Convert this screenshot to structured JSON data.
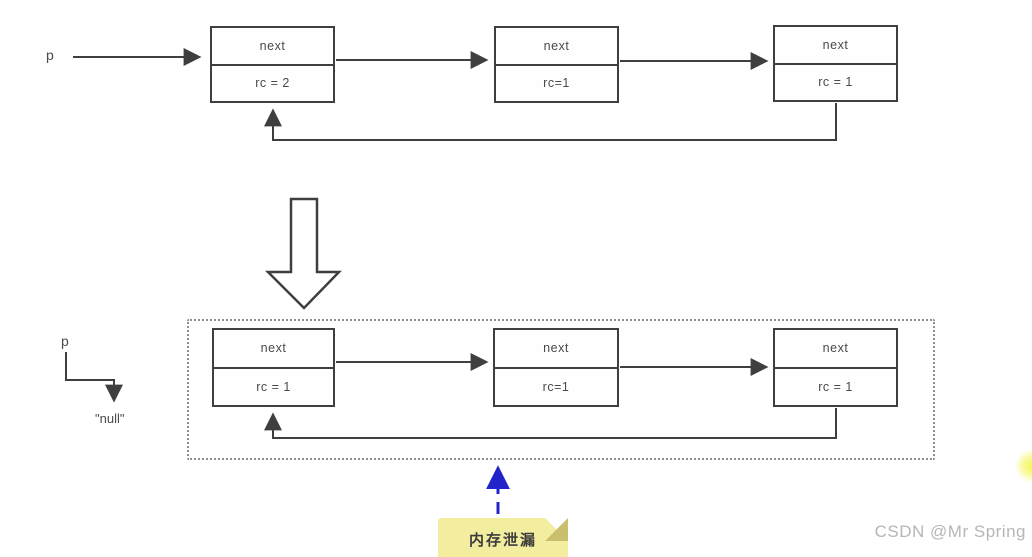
{
  "top_list": {
    "pointer_label": "p",
    "nodes": [
      {
        "field": "next",
        "rc": "rc = 2"
      },
      {
        "field": "next",
        "rc": "rc=1"
      },
      {
        "field": "next",
        "rc": "rc = 1"
      }
    ]
  },
  "transform_arrow": {
    "direction": "down"
  },
  "bottom_list": {
    "pointer_label": "p",
    "null_label": "\"null\"",
    "nodes": [
      {
        "field": "next",
        "rc": "rc = 1"
      },
      {
        "field": "next",
        "rc": "rc=1"
      },
      {
        "field": "next",
        "rc": "rc = 1"
      }
    ]
  },
  "annotation": {
    "label": "内存泄漏",
    "note_bg": "#f3eda0",
    "note_fold": "#c9bf6d",
    "arrow_color": "#2323cc"
  },
  "watermark": {
    "text": "CSDN @Mr Spring",
    "color": "#b6b6b6"
  },
  "colors": {
    "line": "#3f3f3f",
    "node_border": "#3f3f3f",
    "node_text": "#4a4a4a",
    "dotted_border": "#8f8f8f",
    "background": "#ffffff",
    "highlight_glow": "#f4f445"
  }
}
